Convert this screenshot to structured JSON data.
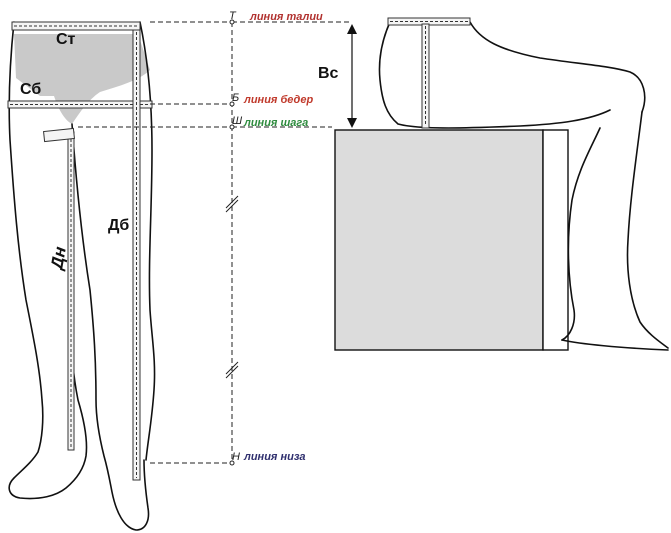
{
  "levels": {
    "waist": {
      "letter": "Т",
      "label": "линия талии",
      "color": "#b1312f"
    },
    "hips": {
      "letter": "Б",
      "label": "линия бедер",
      "color": "#c0392b"
    },
    "crotch": {
      "letter": "Ш",
      "label": "линия шага",
      "color": "#2e8b3e"
    },
    "bottom": {
      "letter": "Н",
      "label": "линия низа",
      "color": "#2f2f6e"
    }
  },
  "measurements": {
    "waist_girth": "Ст",
    "hip_girth": "Сб",
    "inseam_length": "Дн",
    "side_length": "Дб",
    "seat_height": "Вс"
  },
  "colors": {
    "shorts_fill": "#c9c9c9",
    "chair_fill": "#dcdcdc",
    "outline": "#111111"
  }
}
